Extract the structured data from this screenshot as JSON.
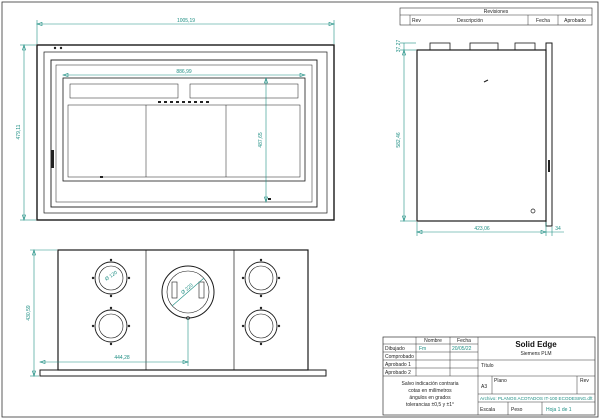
{
  "revisions": {
    "title": "Revisiones",
    "col_rev": "Rev",
    "col_desc": "Descripción",
    "col_fecha": "Fecha",
    "col_aprobado": "Aprobado"
  },
  "front_view": {
    "overall_width": "1005,19",
    "overall_height": "479,11",
    "inner_width": "886,99",
    "inner_height": "487,65"
  },
  "side_view": {
    "top_offset": "37,27",
    "height": "582,46",
    "depth": "423,06",
    "rear_offset": "34"
  },
  "top_view": {
    "depth": "430,59",
    "duct_offset": "444,28",
    "duct_label_left": "Ø 120",
    "duct_label_center": "Ø 220"
  },
  "title_block": {
    "col_nombre": "Nombre",
    "col_fecha": "Fecha",
    "row_dibujado": "Dibujado",
    "row_comprobado": "Comprobado",
    "row_aprobado1": "Aprobado 1",
    "row_aprobado2": "Aprobado 2",
    "dibujado_nombre": "Fm",
    "dibujado_fecha": "20/05/22",
    "company": "Solid Edge",
    "company_sub": "Siemens PLM",
    "titulo_label": "Título",
    "note_line1": "Salvo indicación contraria",
    "note_line2": "cotas en milímetros",
    "note_line3": "ángulos en grados",
    "note_line4": "tolerancias ±0,5 y ±1°",
    "size": "A3",
    "plano_label": "Plano",
    "rev_label": "Rev",
    "archivo": "Archivo: PLANOS ACOTADOS IT-100 ECODESING.dft",
    "escala_label": "Escala",
    "peso_label": "Peso",
    "hoja": "Hoja 1 de 1"
  }
}
